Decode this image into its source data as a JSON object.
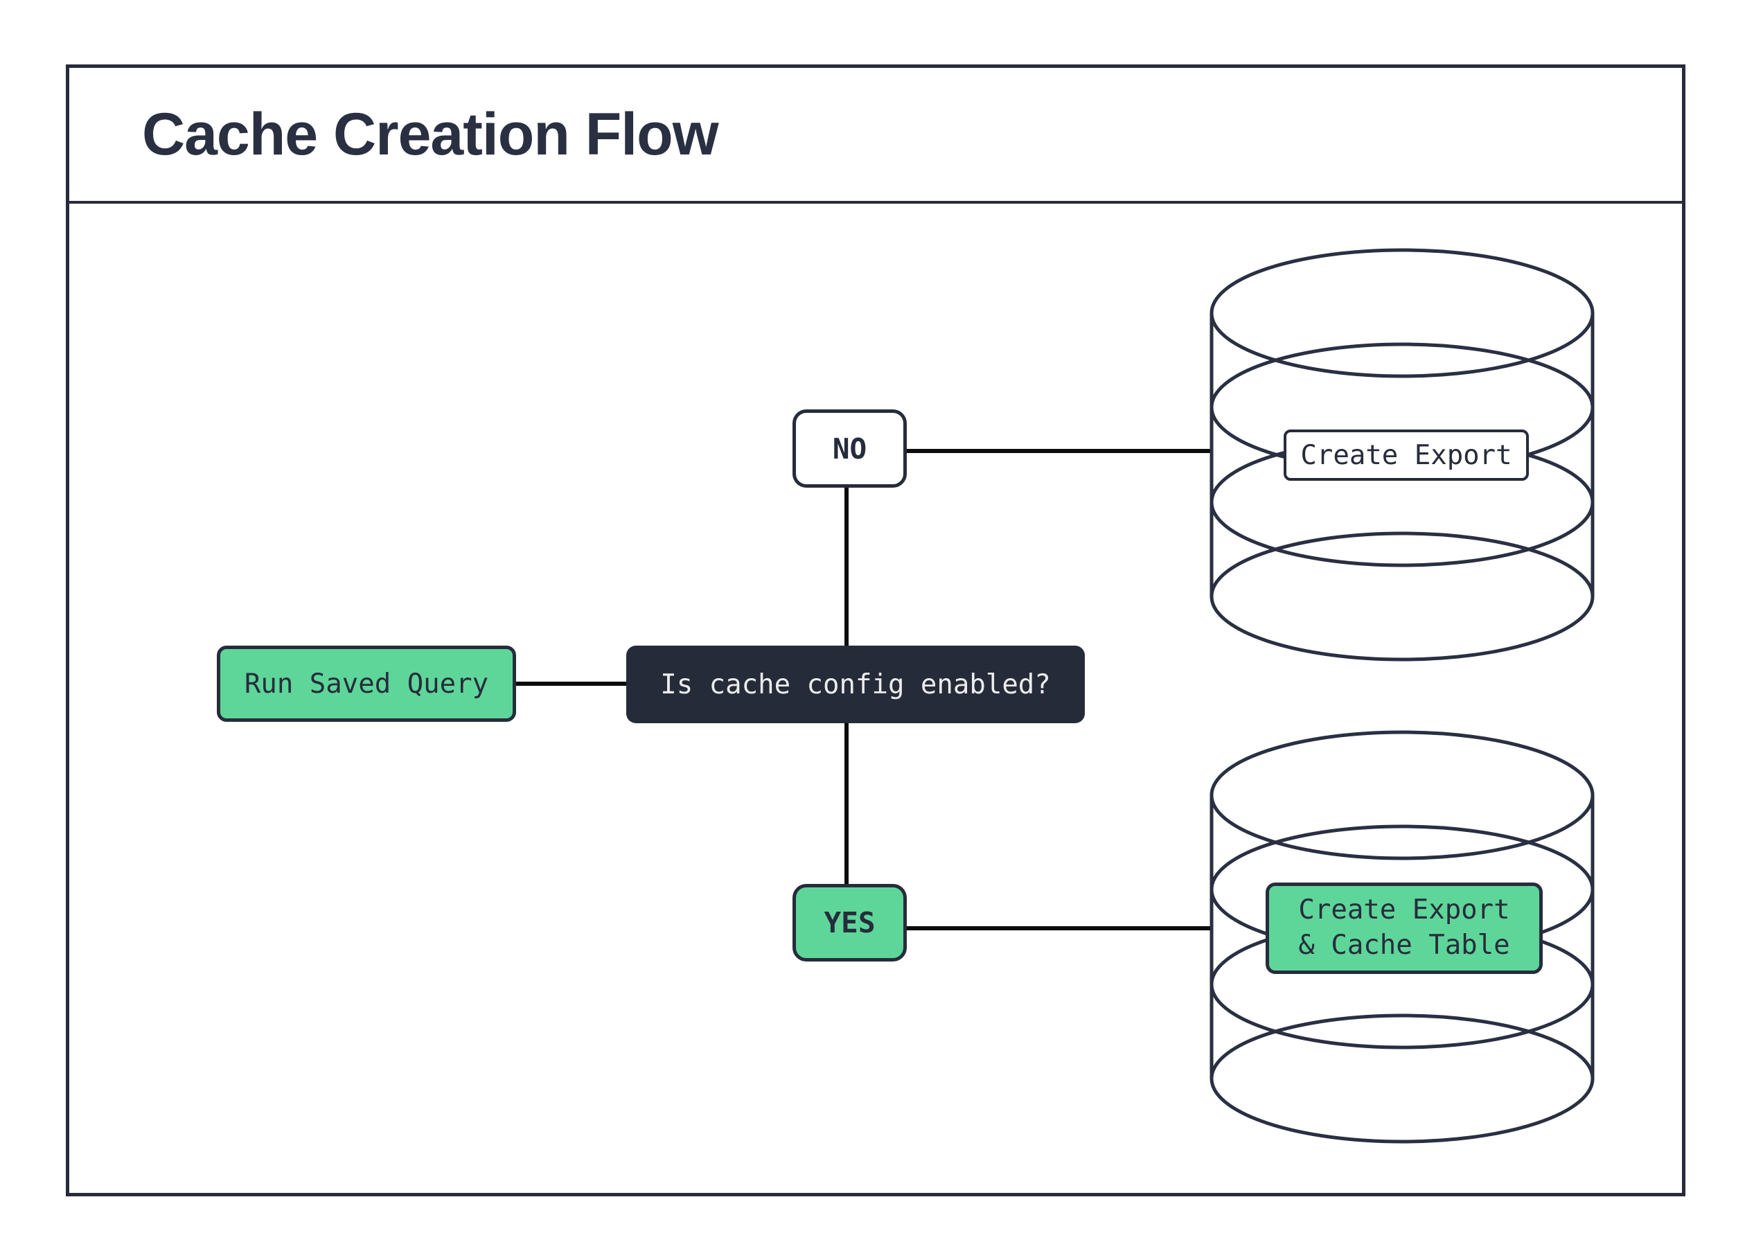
{
  "title": "Cache Creation Flow",
  "flow": {
    "start_label": "Run Saved Query",
    "decision_label": "Is cache config enabled?",
    "no_label": "NO",
    "yes_label": "YES",
    "no_action_label": "Create Export",
    "yes_action_line1": "Create Export",
    "yes_action_line2": "& Cache Table"
  },
  "icons": {
    "no_branch_target": "database-icon",
    "yes_branch_target": "database-icon"
  },
  "colors": {
    "ink": "#272c3c",
    "title_text": "#2a2f42",
    "accent_green": "#5ed699",
    "decision_bg": "#262b3a",
    "decision_text": "#ececec",
    "connector": "#0c0c0c",
    "background": "#ffffff"
  }
}
